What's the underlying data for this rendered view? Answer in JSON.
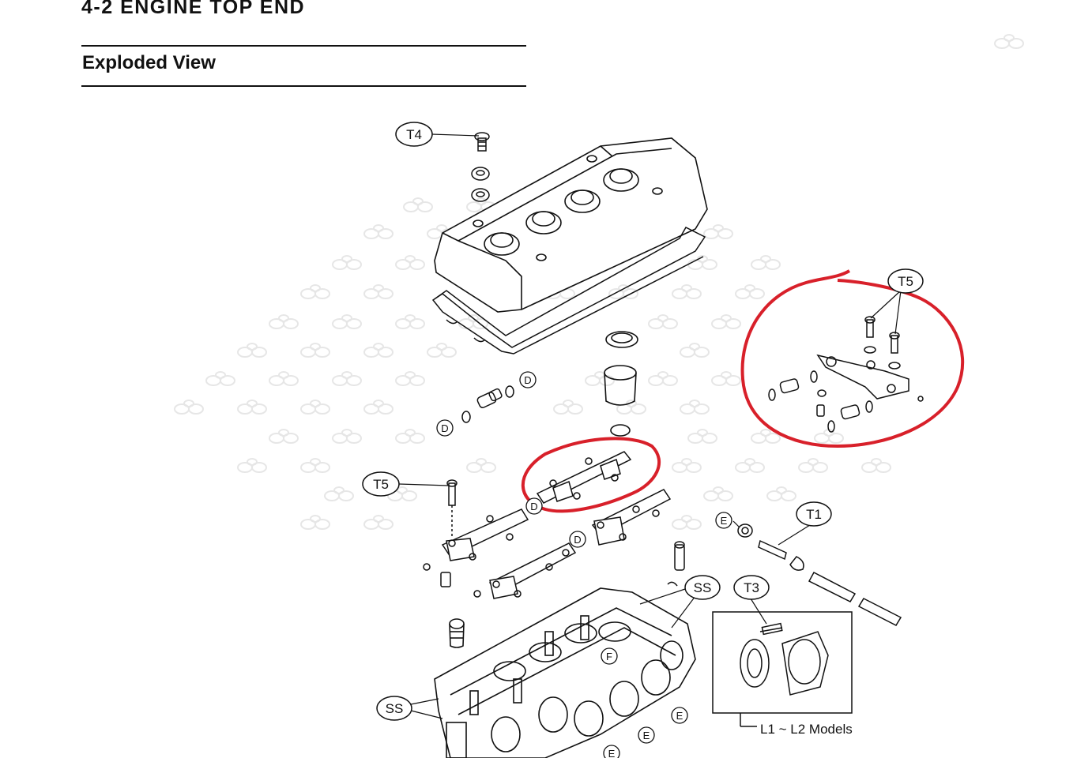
{
  "page": {
    "section_title": "4-2  ENGINE TOP END",
    "subtitle": "Exploded View"
  },
  "callouts": {
    "t4": "T4",
    "t5_top": "T5",
    "t5_left": "T5",
    "t1": "T1",
    "t3": "T3",
    "ss_right": "SS",
    "ss_left": "SS",
    "d1": "D",
    "d2": "D",
    "d3": "D",
    "d4": "D",
    "e1": "E",
    "e2": "E",
    "e3": "E",
    "e4": "E",
    "f1": "F"
  },
  "models_note": "L1 ~ L2  Models",
  "colors": {
    "ink": "#111111",
    "annotation_red": "#d8202a",
    "watermark": "#e4e4e4"
  }
}
